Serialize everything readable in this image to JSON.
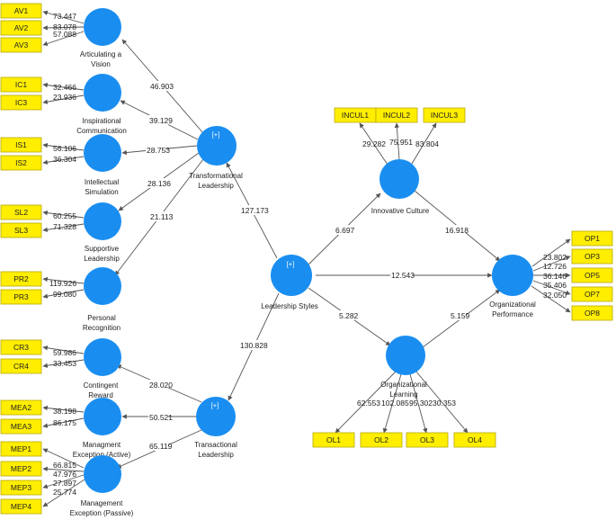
{
  "colors": {
    "construct": "#1a8ef0",
    "indicator": "#ffee00",
    "edge": "#555555"
  },
  "constructs": {
    "av": [
      "Articulating a",
      "Vision"
    ],
    "ic": [
      "Inspirational",
      "Communication"
    ],
    "is": [
      "Intellectual",
      "Simulation"
    ],
    "sl": [
      "Supportive",
      "Leadership"
    ],
    "pr": [
      "Personal",
      "Recognition"
    ],
    "tfl": [
      "Transformational",
      "Leadership"
    ],
    "ls": [
      "Leadership Styles"
    ],
    "cr": [
      "Contingent",
      "Reward"
    ],
    "mea": [
      "Managment",
      "Exception (Active)"
    ],
    "tal": [
      "Transactional",
      "Leadership"
    ],
    "mep": [
      "Management",
      "Exception (Passive)"
    ],
    "ic2": [
      "Innovative Culture"
    ],
    "op": [
      "Organizational",
      "Performance"
    ],
    "ol": [
      "Organizational",
      "Learning"
    ]
  },
  "plus_marker": "[+]",
  "indicators": {
    "AV1": "AV1",
    "AV2": "AV2",
    "AV3": "AV3",
    "IC1": "IC1",
    "IC3": "IC3",
    "IS1": "IS1",
    "IS2": "IS2",
    "SL2": "SL2",
    "SL3": "SL3",
    "PR2": "PR2",
    "PR3": "PR3",
    "CR3": "CR3",
    "CR4": "CR4",
    "MEA2": "MEA2",
    "MEA3": "MEA3",
    "MEP1": "MEP1",
    "MEP2": "MEP2",
    "MEP3": "MEP3",
    "MEP4": "MEP4",
    "INCUL1": "INCUL1",
    "INCUL2": "INCUL2",
    "INCUL3": "INCUL3",
    "OP1": "OP1",
    "OP3": "OP3",
    "OP5": "OP5",
    "OP7": "OP7",
    "OP8": "OP8",
    "OL1": "OL1",
    "OL2": "OL2",
    "OL3": "OL3",
    "OL4": "OL4"
  },
  "loadings": {
    "AV1": "73.447",
    "AV2": "83.078",
    "AV3": "57.088",
    "IC1": "32.466",
    "IC3": "23.936",
    "IS1": "56.106",
    "IS2": "36.304",
    "SL2": "60.255",
    "SL3": "71.328",
    "PR2": "119.926",
    "PR3": "99.080",
    "CR3": "59.986",
    "CR4": "33.453",
    "MEA2": "38.198",
    "MEA3": "86.175",
    "MEP1": "66.815",
    "MEP2": "47.976",
    "MEP3": "27.897",
    "MEP4": "25.774",
    "INCUL1": "29.282",
    "INCUL2": "75.951",
    "INCUL3": "83.804",
    "OP1": "23.802",
    "OP3": "12.726",
    "OP5": "36.146",
    "OP7": "35.406",
    "OP8": "32.050",
    "OL1": "62.553",
    "OL2": "102.085",
    "OL3": "95.302",
    "OL4": "30.353"
  },
  "paths": {
    "tfl_av": "46.903",
    "tfl_ic": "39.129",
    "tfl_is": "28.753",
    "tfl_sl": "28.136",
    "tfl_pr": "21.113",
    "ls_tfl": "127.173",
    "ls_tal": "130.828",
    "tal_cr": "28.020",
    "tal_mea": "50.521",
    "tal_mep": "65.119",
    "ls_inc": "6.697",
    "ls_op": "12.543",
    "ls_ol": "5.282",
    "inc_op": "16.918",
    "ol_op": "5.159"
  }
}
